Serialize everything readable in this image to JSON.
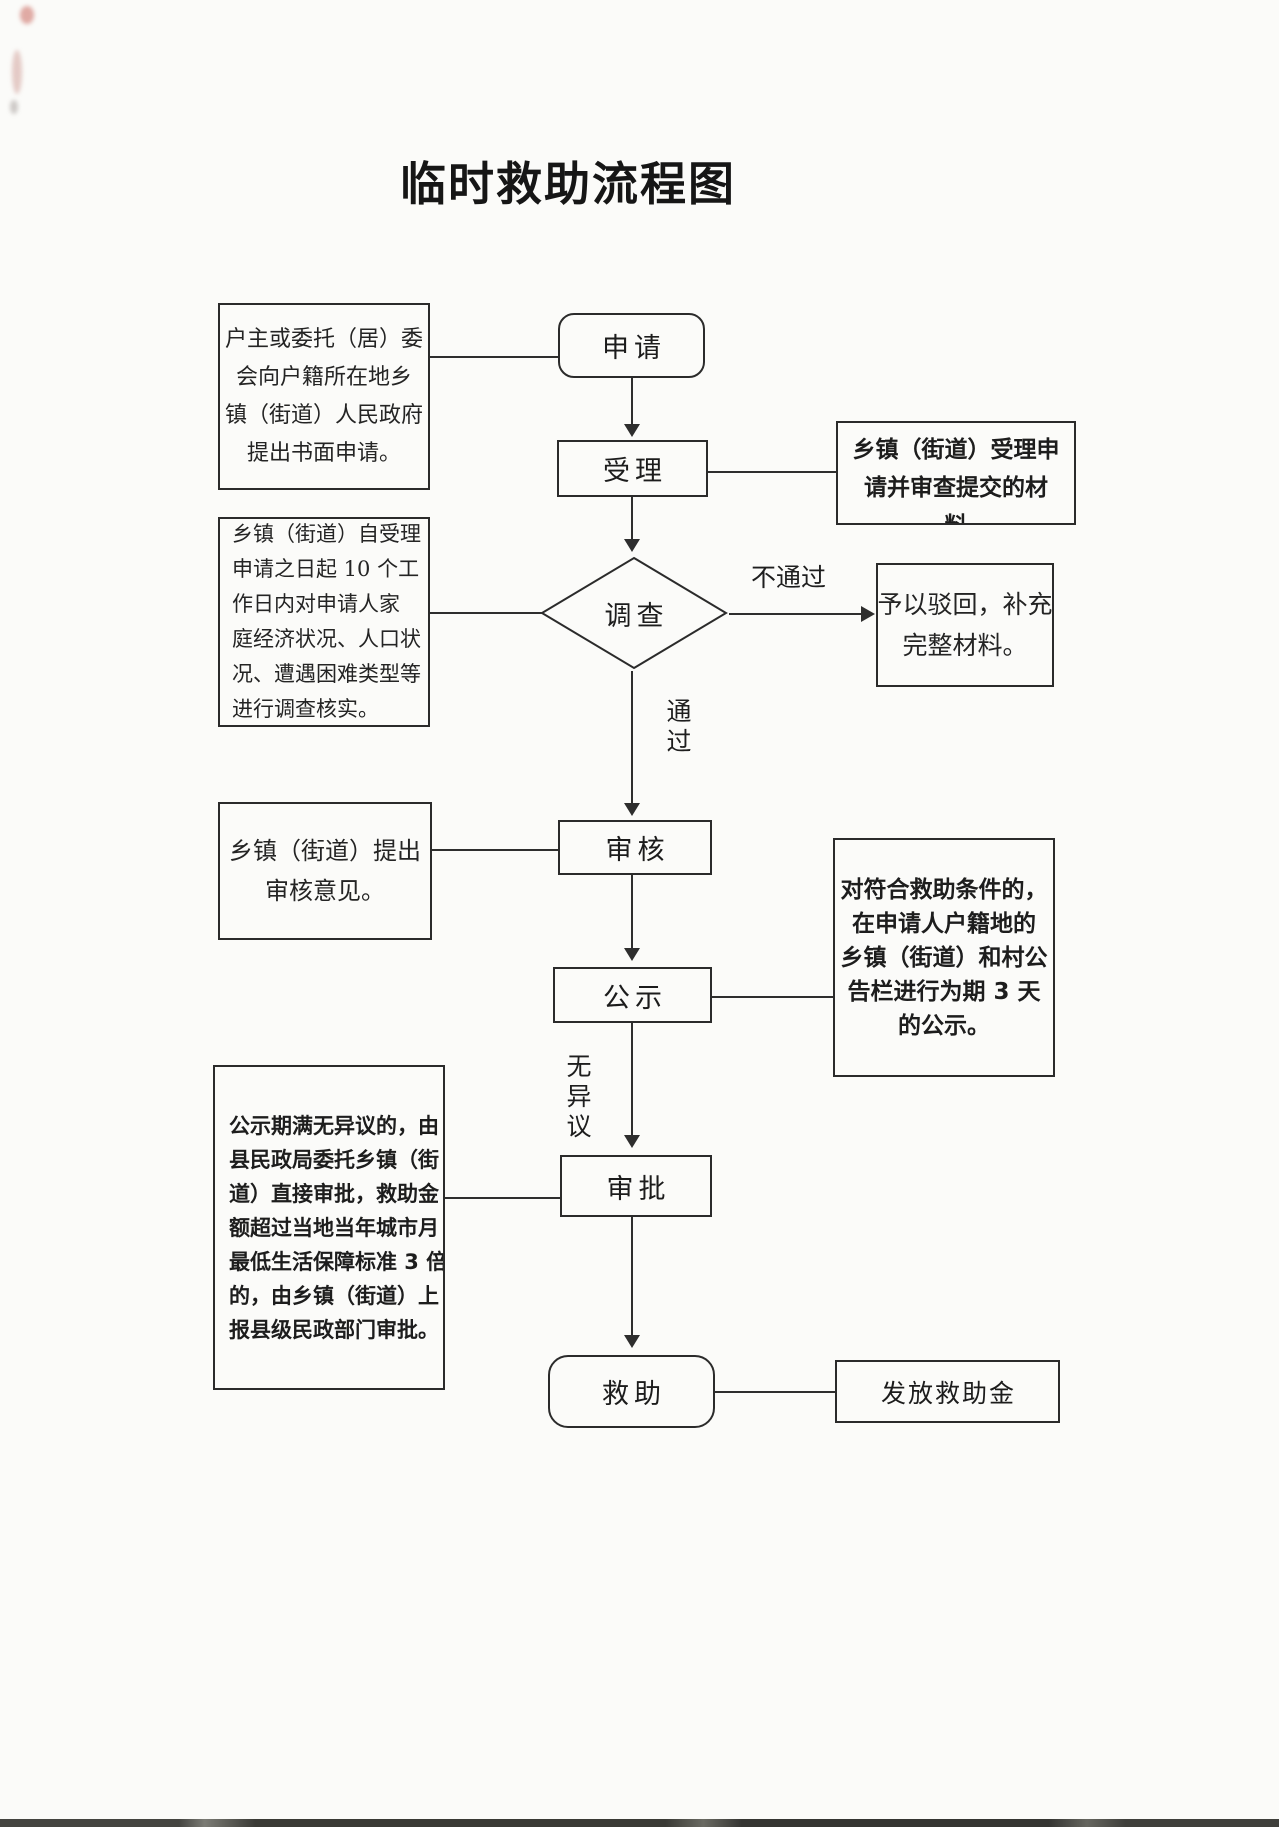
{
  "title": "临时救助流程图",
  "flow": {
    "apply": {
      "label": "申请"
    },
    "accept": {
      "label": "受理"
    },
    "investigate": {
      "label": "调查"
    },
    "review": {
      "label": "审核"
    },
    "publicity": {
      "label": "公示"
    },
    "approve": {
      "label": "审批"
    },
    "assist": {
      "label": "救助"
    },
    "grant": {
      "label": "发放救助金"
    }
  },
  "edge_labels": {
    "fail": "不通过",
    "pass": "通过",
    "no_objection": "无异议"
  },
  "notes": {
    "apply_note": {
      "text": "户主或委托（居）委会向户籍所在地乡镇（街道）人民政府提出书面申请。",
      "lines": [
        "户主或委托（居）委",
        "会向户籍所在地乡",
        "镇（街道）人民政府",
        "提出书面申请。"
      ]
    },
    "accept_note": {
      "text": "乡镇（街道）受理申请并审查提交的材料",
      "lines": [
        "乡镇（街道）受理申",
        "请并审查提交的材",
        "料"
      ]
    },
    "investigate_note": {
      "text": "乡镇（街道）自受理申请之日起 10 个工作日内对申请人家庭经济状况、人口状况、遭遇困难类型等进行调查核实。",
      "lines": [
        "乡镇（街道）自受理",
        "申请之日起 10 个工",
        "作日内对申请人家",
        "庭经济状况、人口状",
        "况、遭遇困难类型等",
        "进行调查核实。"
      ]
    },
    "reject_note": {
      "text": "予以驳回，补充完整材料。",
      "lines": [
        "予以驳回，补充",
        "完整材料。"
      ]
    },
    "review_note": {
      "text": "乡镇（街道）提出审核意见。",
      "lines": [
        "乡镇（街道）提出",
        "审核意见。"
      ]
    },
    "publicity_note": {
      "text": "对符合救助条件的，在申请人户籍地的乡镇（街道）和村公告栏进行为期 3 天的公示。",
      "lines": [
        "对符合救助条件的，",
        "在申请人户籍地的",
        "乡镇（街道）和村公",
        "告栏进行为期 3 天",
        "的公示。"
      ]
    },
    "approve_note": {
      "text": "公示期满无异议的，由县民政局委托乡镇（街道）直接审批，救助金额超过当地当年城市月最低生活保障标准 3 倍的，由乡镇（街道）上报县级民政部门审批。",
      "lines": [
        "公示期满无异议的，由",
        "县民政局委托乡镇（街",
        "道）直接审批，救助金",
        "额超过当地当年城市月",
        "最低生活保障标准 3 倍",
        "的，由乡镇（街道）上",
        "报县级民政部门审批。"
      ]
    }
  },
  "colors": {
    "ink": "#2b2b2b",
    "paper": "#fbfbf9"
  }
}
